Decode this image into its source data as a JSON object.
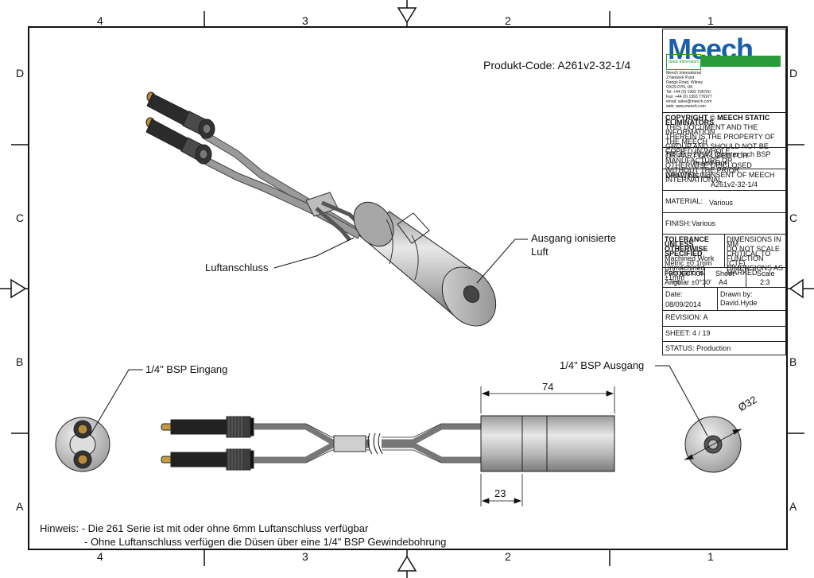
{
  "border_labels": {
    "top": [
      "4",
      "3",
      "2",
      "1"
    ],
    "bottom": [
      "4",
      "3",
      "2",
      "1"
    ],
    "left": [
      "D",
      "C",
      "B",
      "A"
    ],
    "right": [
      "D",
      "C",
      "B",
      "A"
    ]
  },
  "product_code": "Produkt-Code: A261v2-32-1/4",
  "callouts": {
    "air_connection": "Luftanschluss",
    "output_line1": "Ausgang ionisierte",
    "output_line2": "Luft",
    "input_bsp": "1/4\" BSP Eingang",
    "output_bsp": "1/4\" BSP Ausgang"
  },
  "dimensions": {
    "length": "74",
    "offset": "23",
    "diameter": "Ø32"
  },
  "notes": {
    "line1": "Hinweis: - Die 261 Serie ist mit oder ohne 6mm Luftanschluss verfügbar",
    "line2": "- Ohne Luftanschluss verfügen die Düsen über eine 1/4\" BSP Gewindebohrung"
  },
  "title_block": {
    "logo": "Meech",
    "logo_tag": "Static Eliminators",
    "address": [
      "Meech International",
      "2 Network Point",
      "Range Road, Witney",
      "OX29 0YN, UK",
      "Tel: +44 (0) 1993 706700",
      "Fax: +44 (0) 1993 776977",
      "email: sales@meech.com",
      "web: www.meech.com"
    ],
    "copyright": [
      "COPYRIGHT © MEECH STATIC ELIMINATORS",
      "THIS DOCUMENT AND THE INFORMATION",
      "THEREIN IS THE PROPERTY OF THE MEECH",
      "GROUP AND SHOULD NOT BE COPIED IN WHOLE",
      "OR PART OR USED FOR MANUFACTURE OR",
      "OTHERWISE DISCLOSED WITHOUT THE PRIOR",
      "WRITTEN CONSENT OF MEECH INTERNATIONAL"
    ],
    "title_label": "TITLE:",
    "title_line1": "261v2 Quarter Inch BSP",
    "title_line2": "In and Out",
    "drawing_label": "DRAWING No:",
    "drawing_no": "A261v2-32-1/4",
    "material_label": "MATERIAL:",
    "material": "Various",
    "finish_label": "FINISH:",
    "finish": "Various",
    "tolerance": [
      "TOLERANCE UNLESS",
      "OTHERWISE SPECIFIED",
      "Machined Work Metric ±0.1mm",
      "Unmachined Fabrications ±1mm",
      "Angular ±0°30'"
    ],
    "dims_note": [
      "DIMENSIONS IN MM",
      "DO NOT SCALE",
      "",
      "CRITICAL TO FUNCTION",
      "(CTF) DIMENSIONS AS",
      "MARKED"
    ],
    "projection_label": "PROJECTION",
    "sheet_label": "Sheet",
    "sheet": "A4",
    "scale_label": "Scale",
    "scale": "2:3",
    "date_label": "Date:",
    "date": "08/09/2014",
    "drawn_label": "Drawn by:",
    "drawn_by": "David.Hyde",
    "revision": "REVISION: A",
    "sheet_no": "SHEET: 4 / 19",
    "status": "STATUS: Production"
  }
}
